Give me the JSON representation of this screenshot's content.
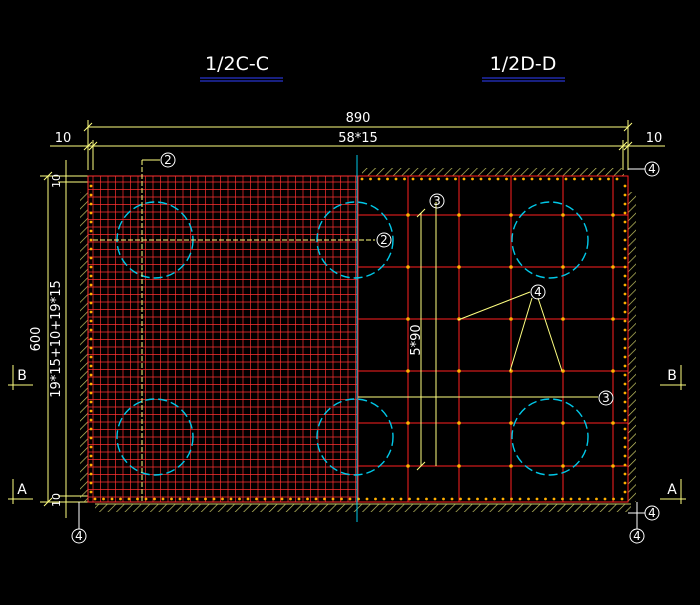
{
  "titles": {
    "left": "1/2C-C",
    "right": "1/2D-D"
  },
  "dimensions": {
    "overall_width": "890",
    "bar_spacing_top": "58*15",
    "cover_left": "10",
    "cover_right": "10",
    "overall_height": "600",
    "bar_spacing_side": "19*15+10+19*15",
    "cover_top": "10",
    "cover_bottom": "10",
    "right_spacing": "5*90"
  },
  "callouts": {
    "c2_top": "2",
    "c2_mid": "2",
    "c3_top": "3",
    "c3_right": "3",
    "c4_center": "4",
    "c4_top_right": "4",
    "c4_bottom_right": "4",
    "c4_bottom_left": "4",
    "c4_bottom_right2": "4"
  },
  "section_marks": {
    "left_b": "B",
    "right_b": "B",
    "left_a": "A",
    "right_a": "A"
  },
  "colors": {
    "background": "#000000",
    "dimension": "#ffff80",
    "fine_mesh": "#ff3030",
    "bars": "#ff2020",
    "piles": "#00c8e8",
    "hatch": "#c8c864",
    "title_underline": "#3040ff",
    "callout": "#ffffff",
    "axis": "#00c8e8"
  }
}
